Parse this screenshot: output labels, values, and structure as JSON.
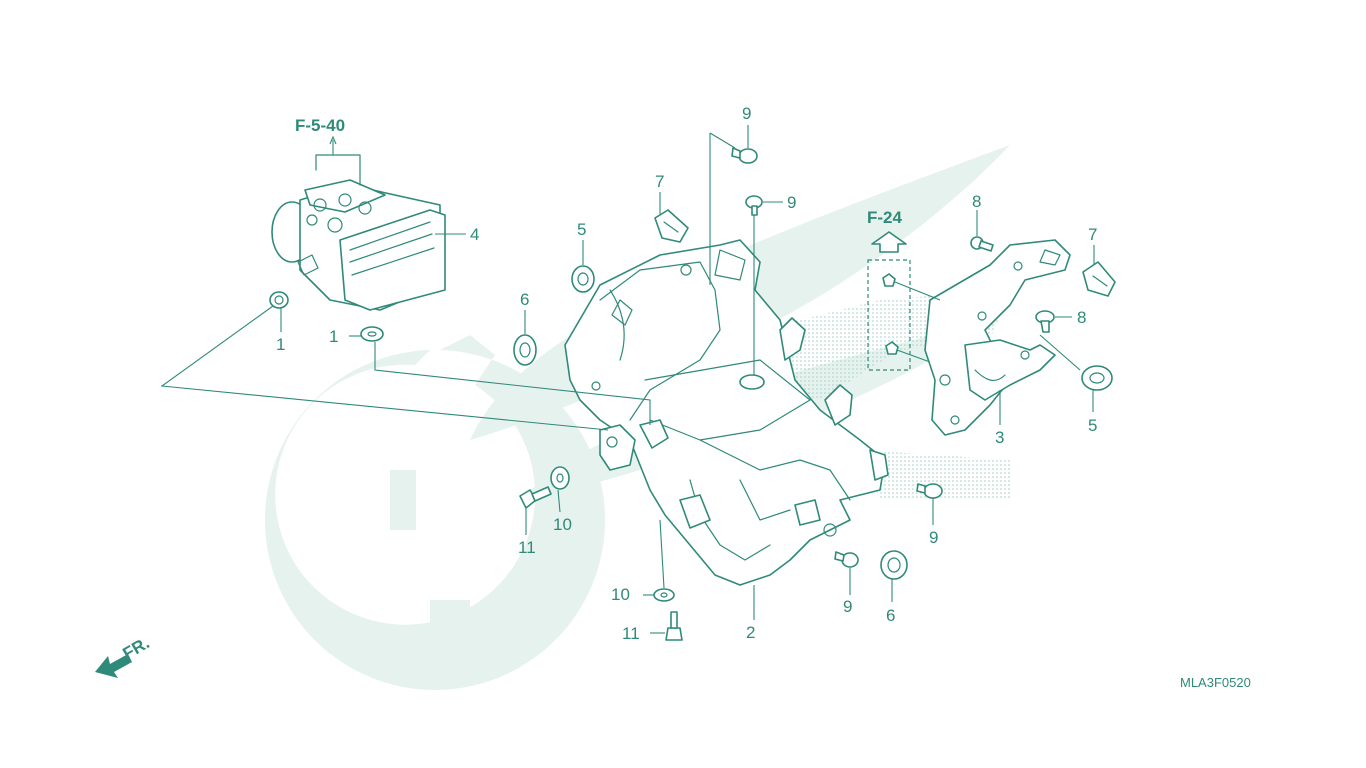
{
  "diagram_code": "MLA3F0520",
  "references": {
    "abs_unit_ref": "F-5-40",
    "bracket_ref": "F-24"
  },
  "front_marker": "FR.",
  "callouts": {
    "c1a": "1",
    "c1b": "1",
    "c2": "2",
    "c3": "3",
    "c4": "4",
    "c5a": "5",
    "c5b": "5",
    "c6a": "6",
    "c6b": "6",
    "c7a": "7",
    "c7b": "7",
    "c8a": "8",
    "c8b": "8",
    "c9a": "9",
    "c9b": "9",
    "c9c": "9",
    "c9d": "9",
    "c10a": "10",
    "c10b": "10",
    "c11a": "11",
    "c11b": "11"
  },
  "colors": {
    "line": "#2f8a79",
    "watermark": "#e6f2ee",
    "background": "#ffffff"
  }
}
